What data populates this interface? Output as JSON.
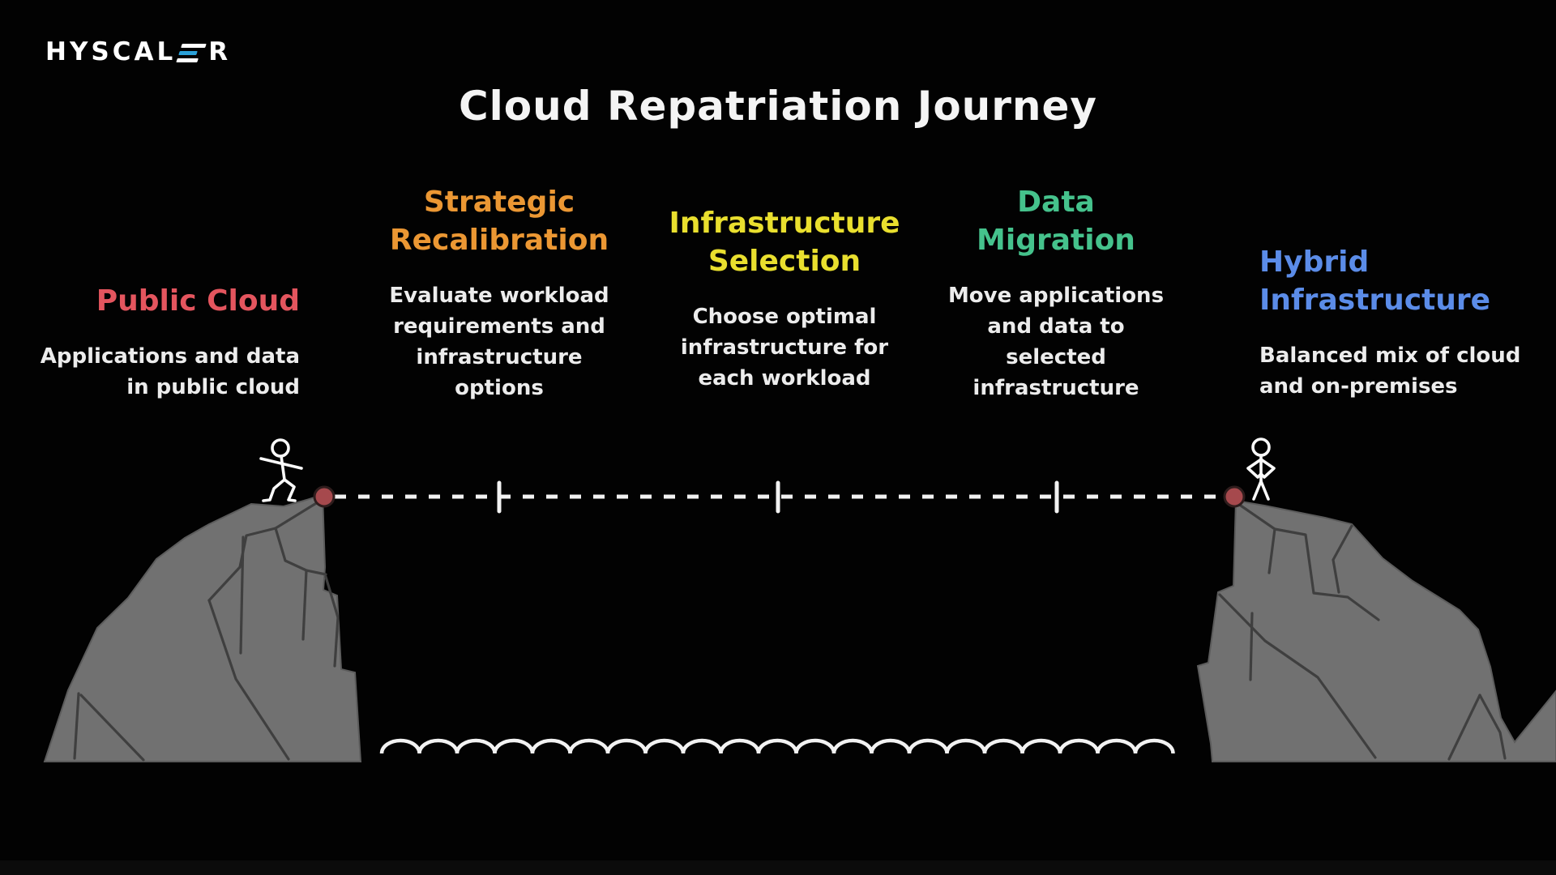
{
  "brand": {
    "name": "HYSCALER",
    "logo_left": "HYSCAL",
    "logo_right": "R",
    "logo_accent_color": "#2aa0d8"
  },
  "title": "Cloud Repatriation Journey",
  "stages": [
    {
      "label_lines": [
        "Public Cloud"
      ],
      "color": "#e4555e",
      "description_lines": [
        "Applications and data",
        "in public cloud"
      ]
    },
    {
      "label_lines": [
        "Strategic",
        "Recalibration"
      ],
      "color": "#eb9733",
      "description_lines": [
        "Evaluate workload",
        "requirements and",
        "infrastructure",
        "options"
      ]
    },
    {
      "label_lines": [
        "Infrastructure",
        "Selection"
      ],
      "color": "#e9df2e",
      "description_lines": [
        "Choose optimal",
        "infrastructure for",
        "each workload"
      ]
    },
    {
      "label_lines": [
        "Data",
        "Migration"
      ],
      "color": "#45c28c",
      "description_lines": [
        "Move applications",
        "and data to",
        "selected",
        "infrastructure"
      ]
    },
    {
      "label_lines": [
        "Hybrid",
        "Infrastructure"
      ],
      "color": "#5b8ce8",
      "description_lines": [
        "Balanced mix of cloud",
        "and on-premises"
      ]
    }
  ],
  "scene": {
    "cliff_color": "#717171",
    "crack_color": "#3f3f3f",
    "anchor_color": "#a6494d",
    "path_color": "#f2f2f2",
    "milestone_tick_count": 3,
    "figures": [
      "walking-stick-figure",
      "standing-stick-figure"
    ]
  }
}
